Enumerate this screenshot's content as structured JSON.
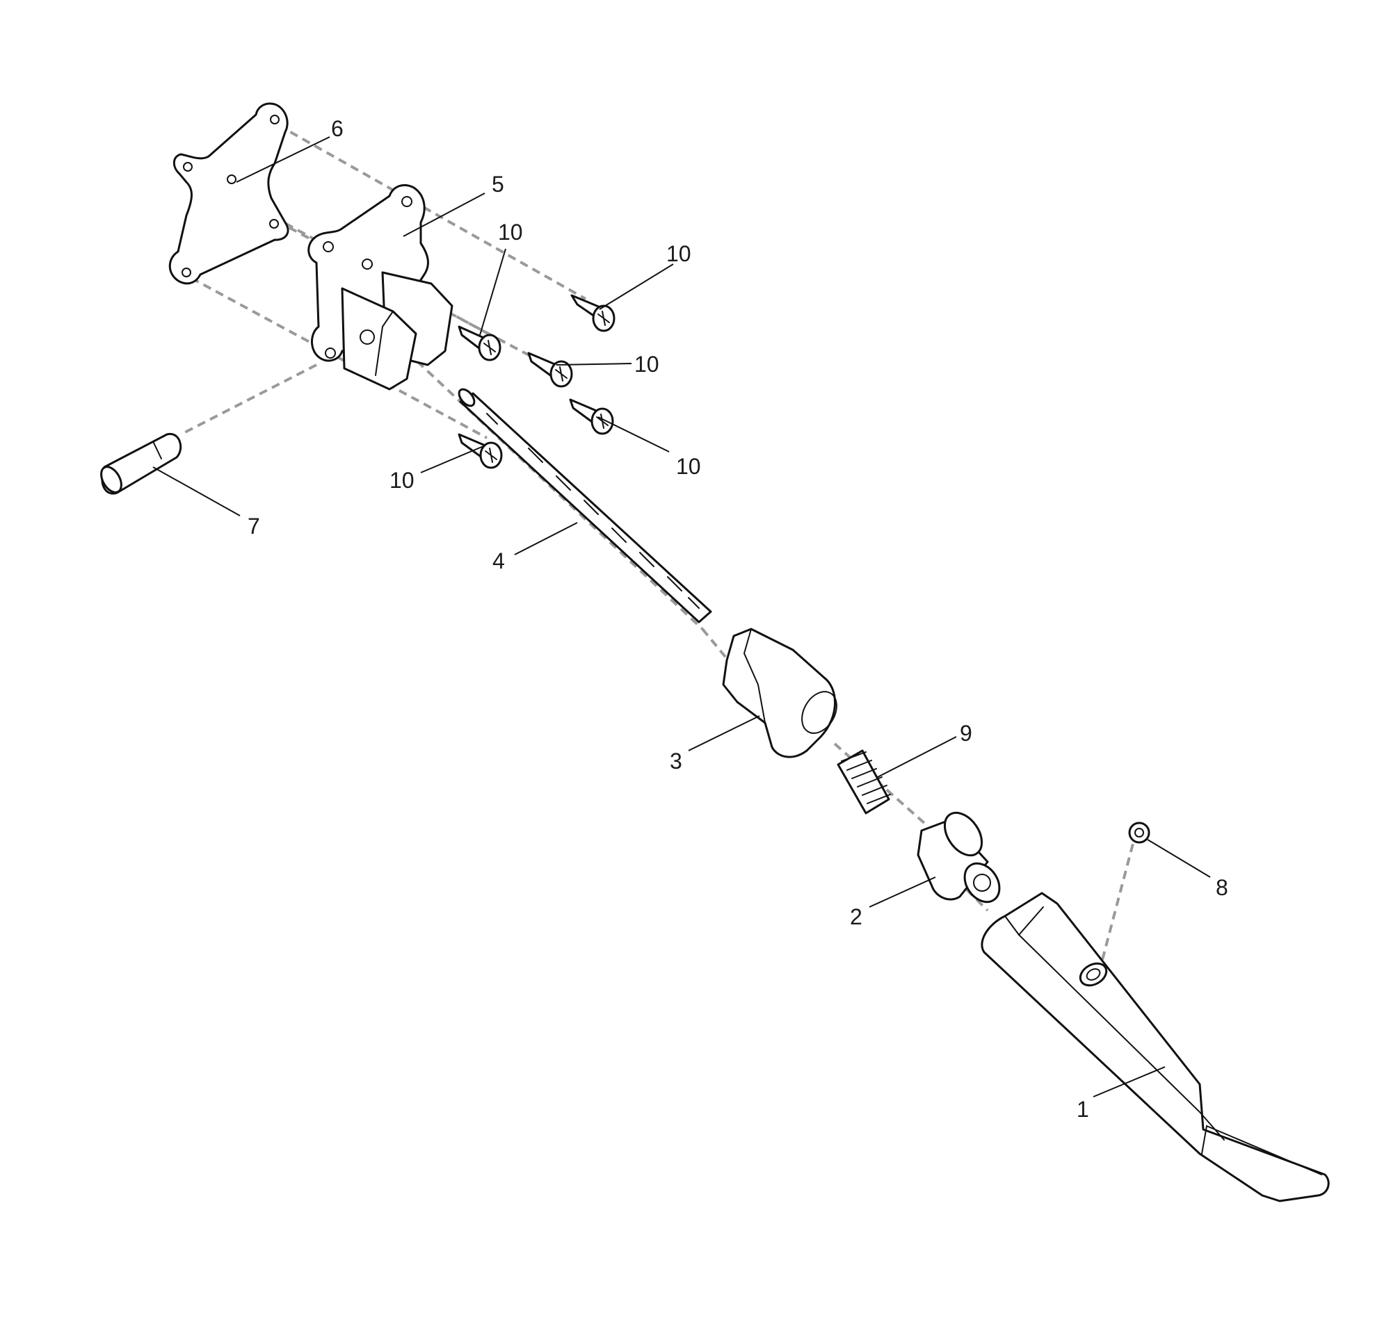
{
  "callouts": {
    "p1": "1",
    "p2": "2",
    "p3": "3",
    "p4": "4",
    "p5": "5",
    "p6": "6",
    "p7": "7",
    "p8": "8",
    "p9": "9",
    "p10a": "10",
    "p10b": "10",
    "p10c": "10",
    "p10d": "10",
    "p10e": "10"
  },
  "colors": {
    "line": "#111111",
    "dashed_assembly_line": "#9a9a9a",
    "background": "#ffffff"
  }
}
